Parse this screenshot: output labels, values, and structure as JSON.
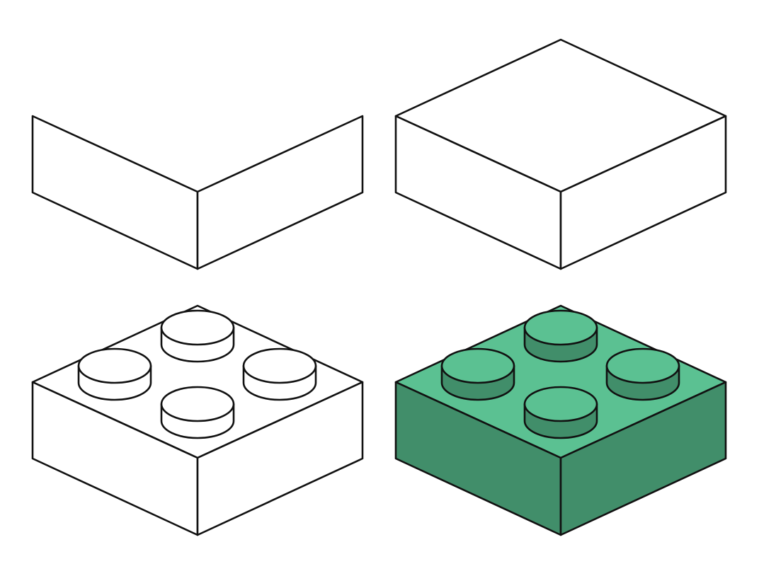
{
  "illustration": {
    "subject": "brick",
    "steps": [
      {
        "step": 1,
        "shape": "open-box-sides",
        "filled": false
      },
      {
        "step": 2,
        "shape": "box",
        "filled": false
      },
      {
        "step": 3,
        "shape": "brick-with-studs",
        "filled": false,
        "stud_count": 4
      },
      {
        "step": 4,
        "shape": "brick-with-studs",
        "filled": true,
        "stud_count": 4
      }
    ],
    "colors": {
      "outline": "#111111",
      "background": "#ffffff",
      "top_fill": "#5bc192",
      "side_fill": "#418e6a"
    }
  }
}
